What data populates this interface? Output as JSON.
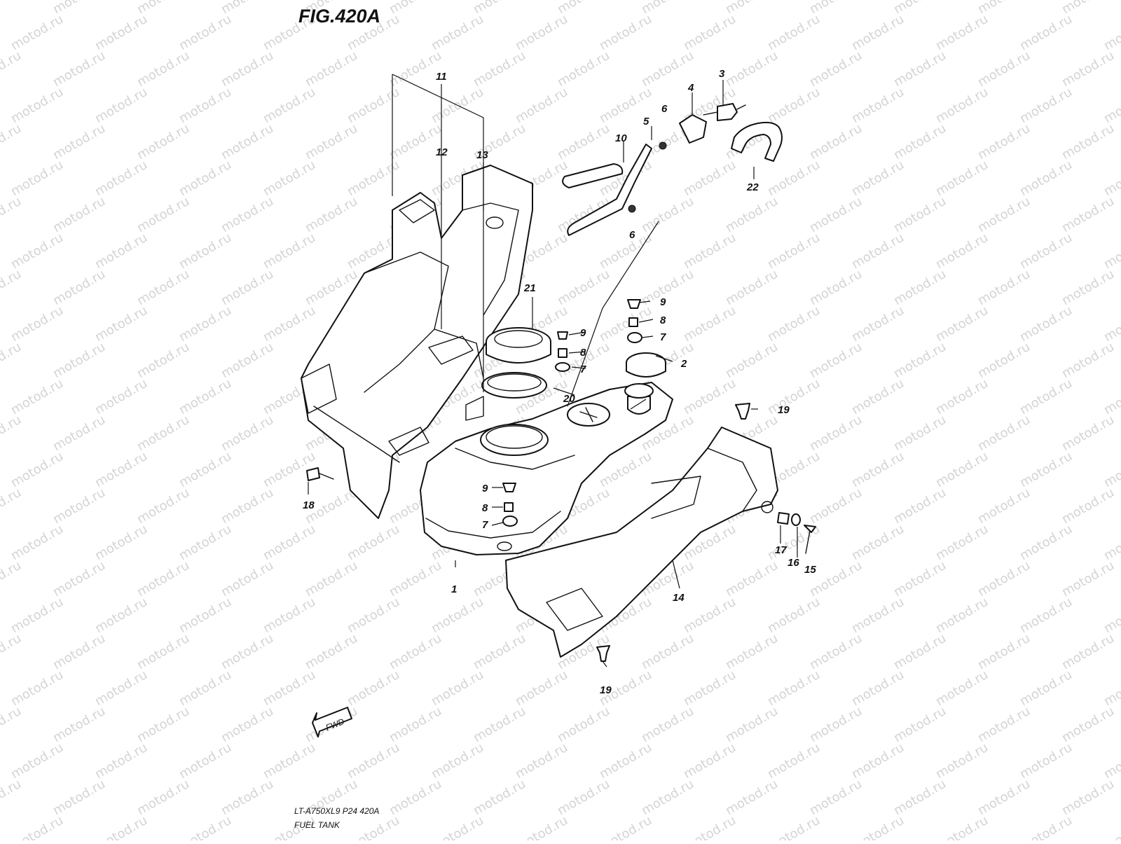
{
  "figure": {
    "title": "FIG.420A",
    "code": "LT-A750XL9  P24  420A",
    "name": "FUEL TANK",
    "fwd_label": "FWD",
    "watermark": "motod.ru"
  },
  "callouts": [
    "1",
    "2",
    "3",
    "4",
    "5",
    "6",
    "6",
    "7",
    "7",
    "7",
    "8",
    "8",
    "8",
    "9",
    "9",
    "9",
    "10",
    "11",
    "12",
    "13",
    "14",
    "15",
    "16",
    "17",
    "18",
    "19",
    "19",
    "20",
    "21",
    "22"
  ]
}
